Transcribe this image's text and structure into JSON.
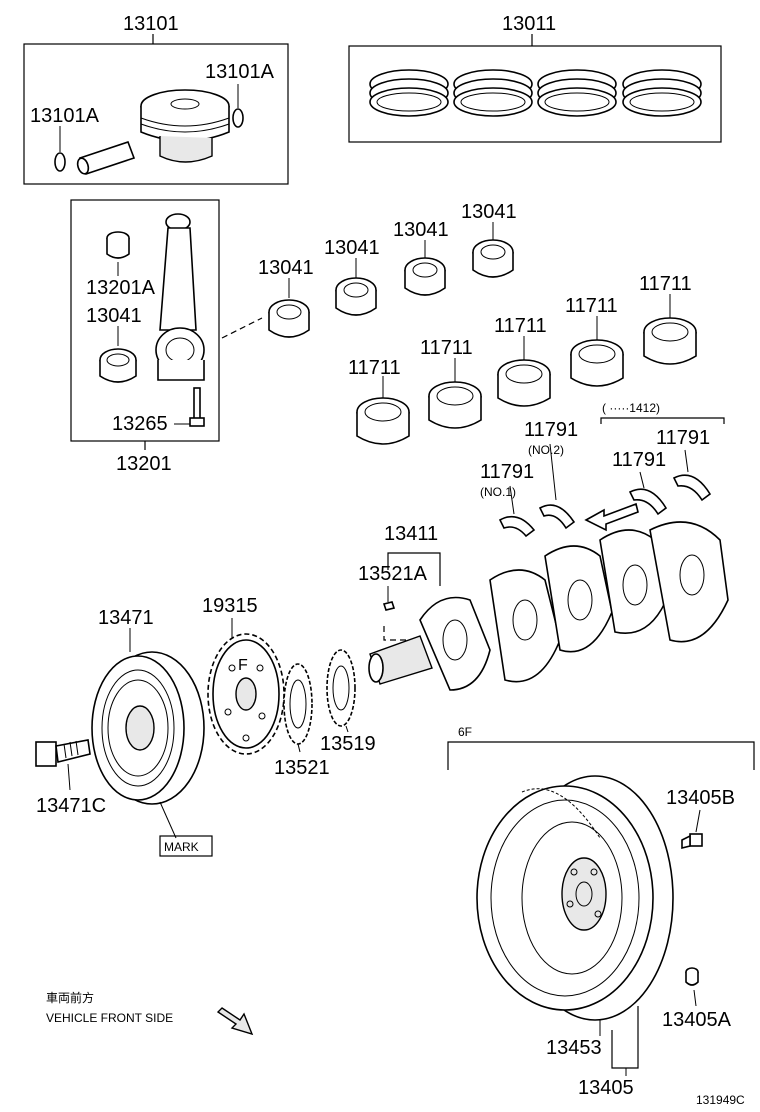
{
  "labels": {
    "p13101": "13101",
    "p13011": "13011",
    "p13101A_top": "13101A",
    "p13101A_left": "13101A",
    "p13041_a": "13041",
    "p13041_b": "13041",
    "p13041_c": "13041",
    "p13041_d": "13041",
    "p13041_left": "13041",
    "p13201A": "13201A",
    "p13265": "13265",
    "p13201": "13201",
    "p11711_a": "11711",
    "p11711_b": "11711",
    "p11711_c": "11711",
    "p11711_d": "11711",
    "p11711_e": "11711",
    "p11791_a": "11791",
    "p11791_b": "11791",
    "p11791_c": "11791",
    "p11791_d": "11791",
    "no2": "(NO.2)",
    "no1": "(NO.1)",
    "ref1412": "(        ·····1412)",
    "p13411": "13411",
    "p13521A": "13521A",
    "p13471": "13471",
    "p19315": "19315",
    "p13521": "13521",
    "p13519": "13519",
    "p13471C": "13471C",
    "mark": "MARK",
    "gear_f": "F",
    "six_f": "6F",
    "p13405B": "13405B",
    "p13405A": "13405A",
    "p13453": "13453",
    "p13405": "13405",
    "front_jp": "車両前方",
    "front_en": "VEHICLE FRONT SIDE",
    "drawing_id": "131949C"
  }
}
